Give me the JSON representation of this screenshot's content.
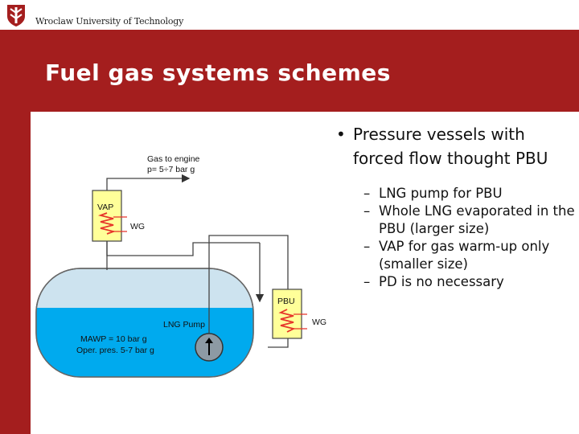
{
  "header": {
    "university": "Wroclaw University of Technology"
  },
  "slide": {
    "title": "Fuel gas systems schemes"
  },
  "diagram": {
    "gas_to_engine": "Gas to engine",
    "pressure": "p= 5÷7 bar g",
    "vap": "VAP",
    "wg_left": "WG",
    "pbu": "PBU",
    "wg_right": "WG",
    "lng_pump": "LNG Pump",
    "mawp": "MAWP = 10 bar g",
    "oper_pres": "Oper. pres. 5-7 bar g",
    "colors": {
      "liquid": "#00aaee",
      "vapor_space": "#cde3ef",
      "box_fill": "#ffff99",
      "coil": "#e6332a"
    }
  },
  "bullets": {
    "main": "Pressure vessels with forced flow thought PBU",
    "sub": [
      "LNG pump for PBU",
      "Whole LNG evaporated in the PBU (larger size)",
      "VAP for gas warm-up only (smaller size)",
      "PD is no necessary"
    ]
  },
  "theme": {
    "accent": "#a41e1e"
  }
}
